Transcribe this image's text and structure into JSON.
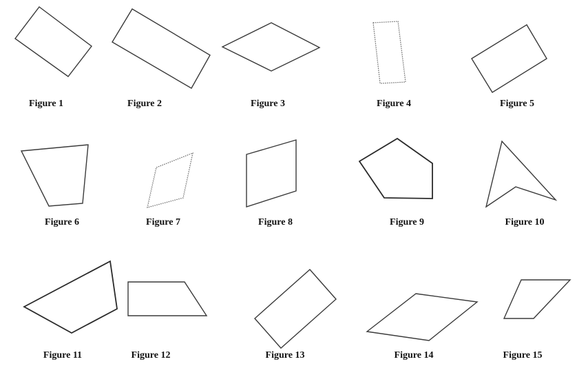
{
  "figures": [
    {
      "label": "Figure 1"
    },
    {
      "label": "Figure 2"
    },
    {
      "label": "Figure 3"
    },
    {
      "label": "Figure 4"
    },
    {
      "label": "Figure 5"
    },
    {
      "label": "Figure 6"
    },
    {
      "label": "Figure 7"
    },
    {
      "label": "Figure 8"
    },
    {
      "label": "Figure 9"
    },
    {
      "label": "Figure 10"
    },
    {
      "label": "Figure 11"
    },
    {
      "label": "Figure 12"
    },
    {
      "label": "Figure 13"
    },
    {
      "label": "Figure 14"
    },
    {
      "label": "Figure 15"
    }
  ]
}
